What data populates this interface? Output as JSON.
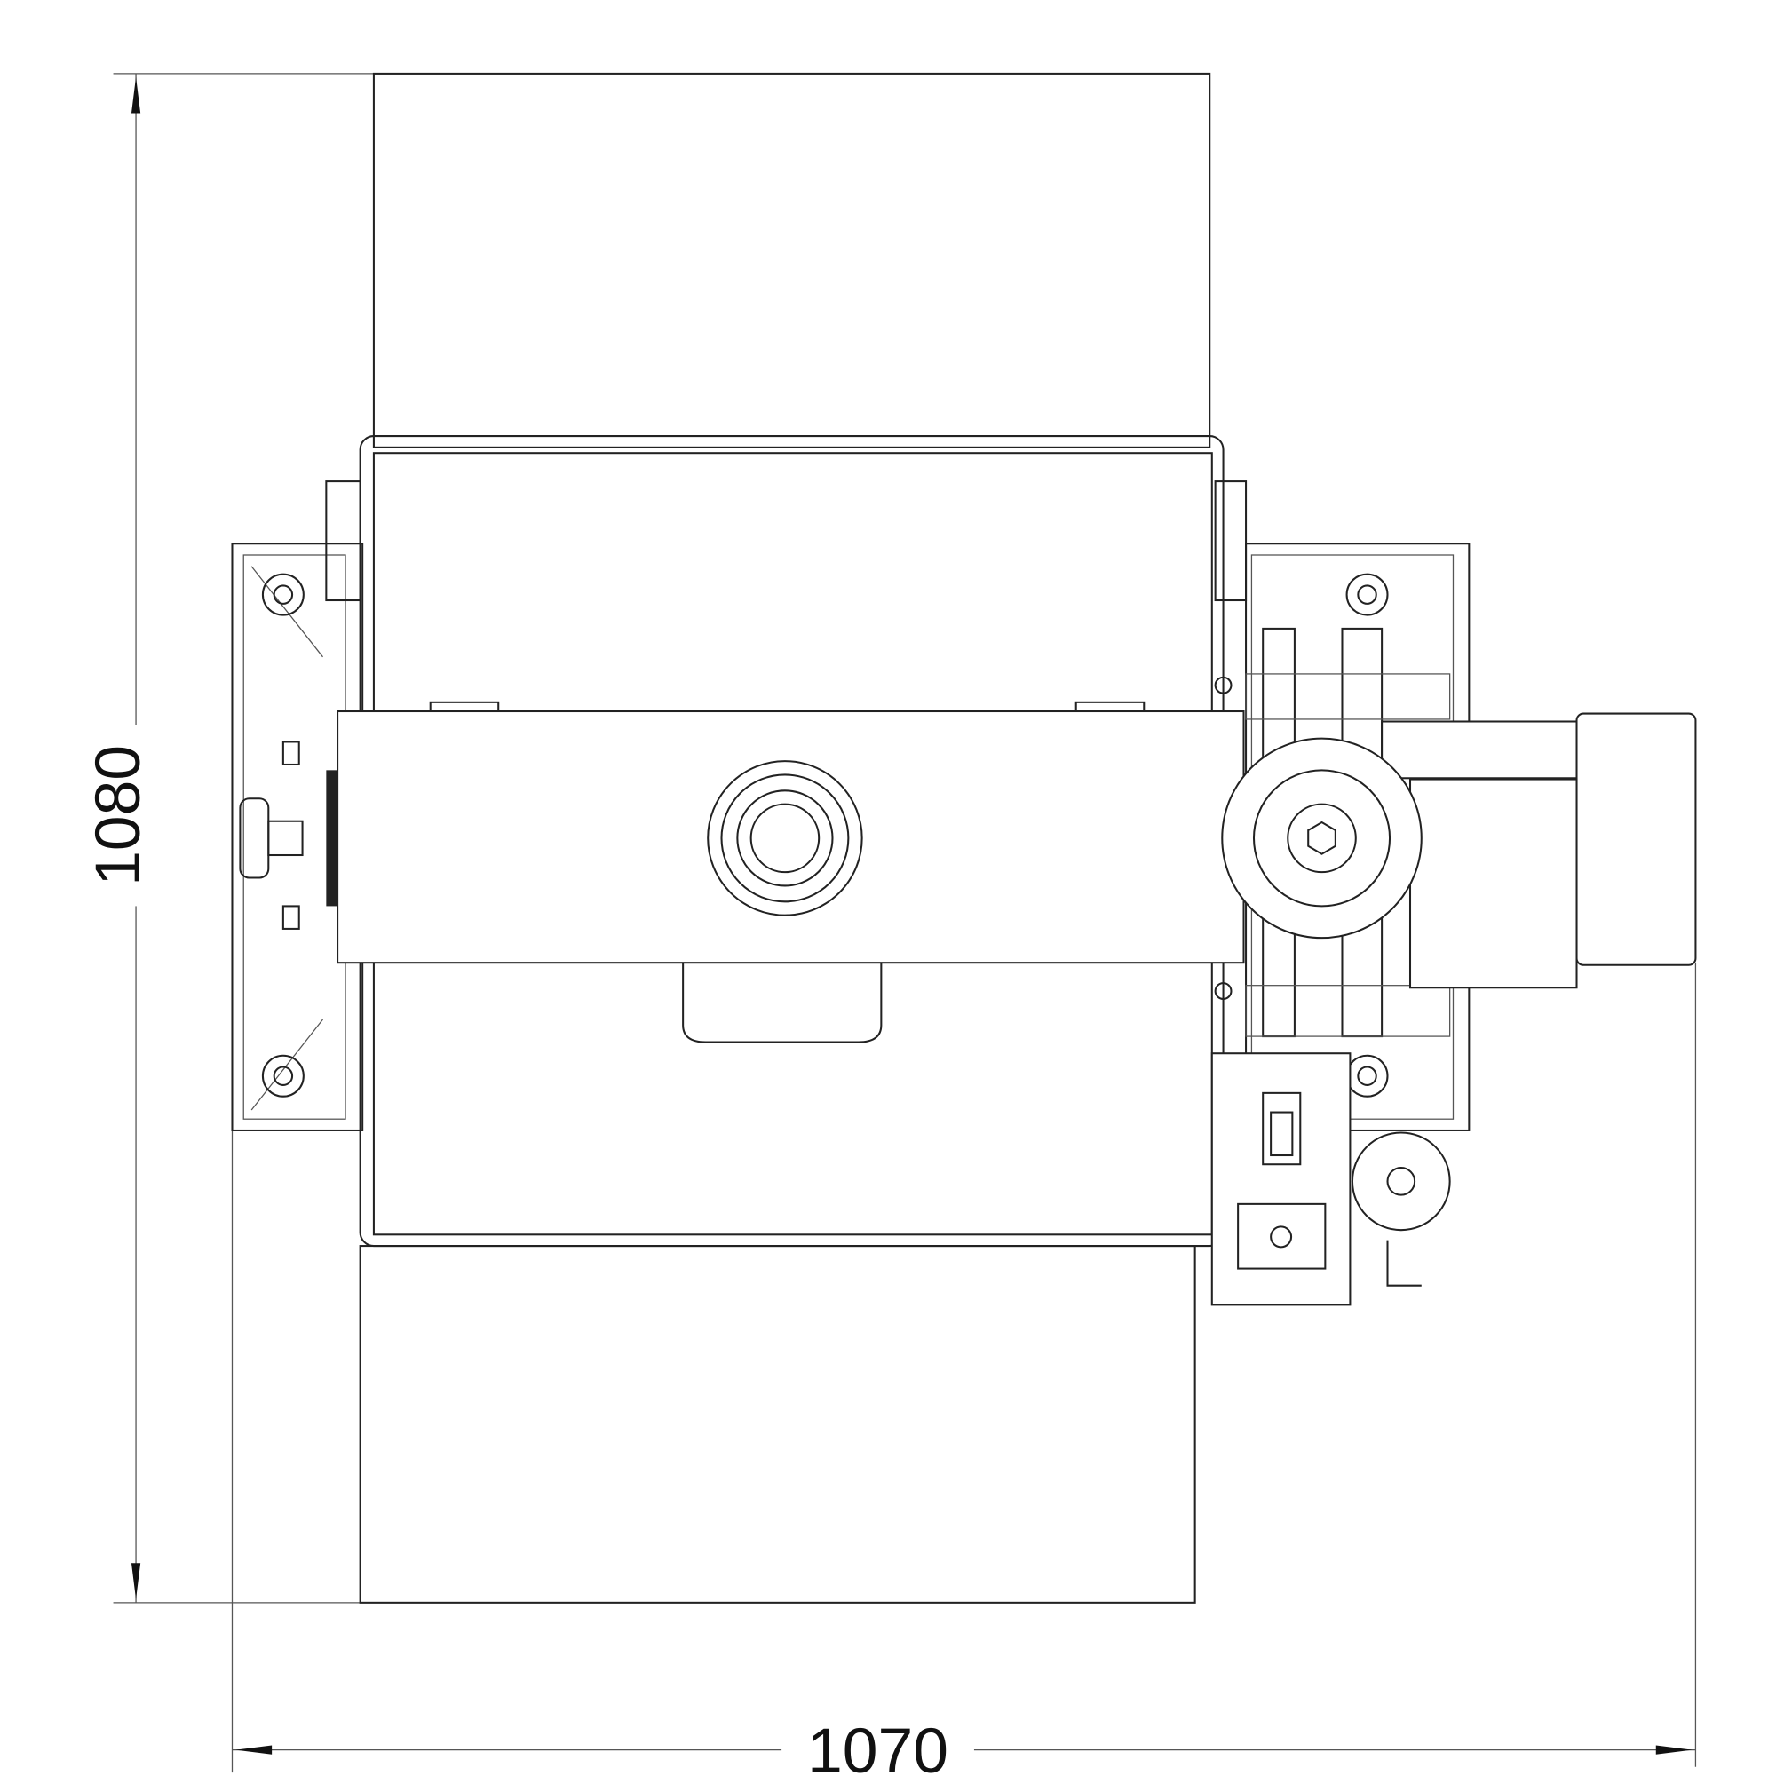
{
  "drawing": {
    "type": "machine top view technical drawing",
    "dimensions": {
      "height_label": "1080",
      "width_label": "1070"
    },
    "colors": {
      "line": "#222222",
      "background": "#ffffff"
    }
  }
}
